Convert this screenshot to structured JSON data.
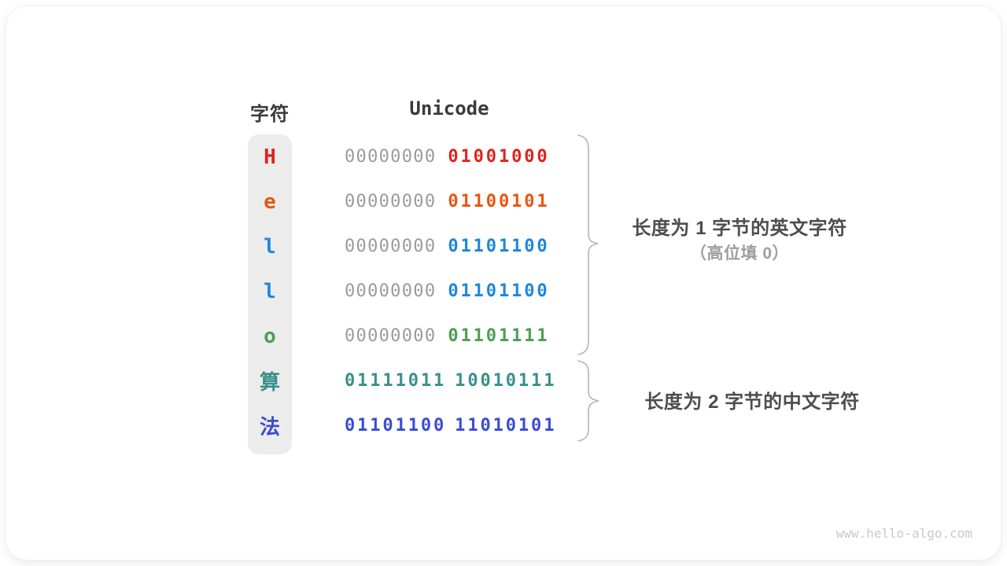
{
  "header": {
    "char_label": "字符",
    "unicode_label": "Unicode"
  },
  "rows": [
    {
      "char": "H",
      "char_color": "#e0231c",
      "byte1": "00000000",
      "byte1_color": "#9a9a9a",
      "byte2": "01001000",
      "byte2_color": "#e0231c"
    },
    {
      "char": "e",
      "char_color": "#ea5510",
      "byte1": "00000000",
      "byte1_color": "#9a9a9a",
      "byte2": "01100101",
      "byte2_color": "#ea5510"
    },
    {
      "char": "l",
      "char_color": "#1d86e0",
      "byte1": "00000000",
      "byte1_color": "#9a9a9a",
      "byte2": "01101100",
      "byte2_color": "#1d86e0"
    },
    {
      "char": "l",
      "char_color": "#1d86e0",
      "byte1": "00000000",
      "byte1_color": "#9a9a9a",
      "byte2": "01101100",
      "byte2_color": "#1d86e0"
    },
    {
      "char": "o",
      "char_color": "#4c9e50",
      "byte1": "00000000",
      "byte1_color": "#9a9a9a",
      "byte2": "01101111",
      "byte2_color": "#4c9e50"
    },
    {
      "char": "算",
      "char_color": "#38918a",
      "byte1": "01111011",
      "byte1_color": "#38918a",
      "byte2": "10010111",
      "byte2_color": "#38918a"
    },
    {
      "char": "法",
      "char_color": "#3b4cd1",
      "byte1": "01101100",
      "byte1_color": "#3b4cd1",
      "byte2": "11010101",
      "byte2_color": "#3b4cd1"
    }
  ],
  "annotations": {
    "group1_line1": "长度为 1 字节的英文字符",
    "group1_line2": "（高位填 0）",
    "group2_line1": "长度为 2 字节的中文字符"
  },
  "colors": {
    "column_bg": "#ececec",
    "gray_bits": "#9a9a9a",
    "brace": "#b5b5b5",
    "header_text": "#3a3a3a",
    "annotation_main": "#4d4d4d",
    "annotation_sub": "#9e9e9e"
  },
  "watermark": "www.hello-algo.com"
}
